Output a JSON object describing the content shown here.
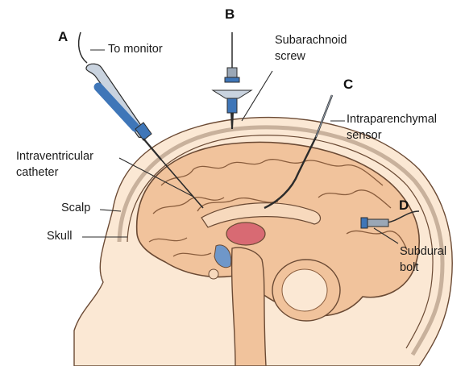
{
  "letters": {
    "a": "A",
    "b": "B",
    "c": "C",
    "d": "D"
  },
  "labels": {
    "to_monitor": "To monitor",
    "subarachnoid": "Subarachnoid",
    "screw": "screw",
    "intraparenchymal": "Intraparenchymal",
    "sensor": "sensor",
    "intraventricular": "Intraventricular",
    "catheter": "catheter",
    "scalp": "Scalp",
    "skull": "Skull",
    "subdural": "Subdural",
    "bolt": "bolt"
  },
  "colors": {
    "brain": "#f1c39c",
    "brain_outline": "#6b4a34",
    "skin": "#fbe8d4",
    "ventricle": "#d86a73",
    "csf_blue": "#6f97c9",
    "device_blue": "#3f76b8",
    "line": "#2b2b2b"
  }
}
